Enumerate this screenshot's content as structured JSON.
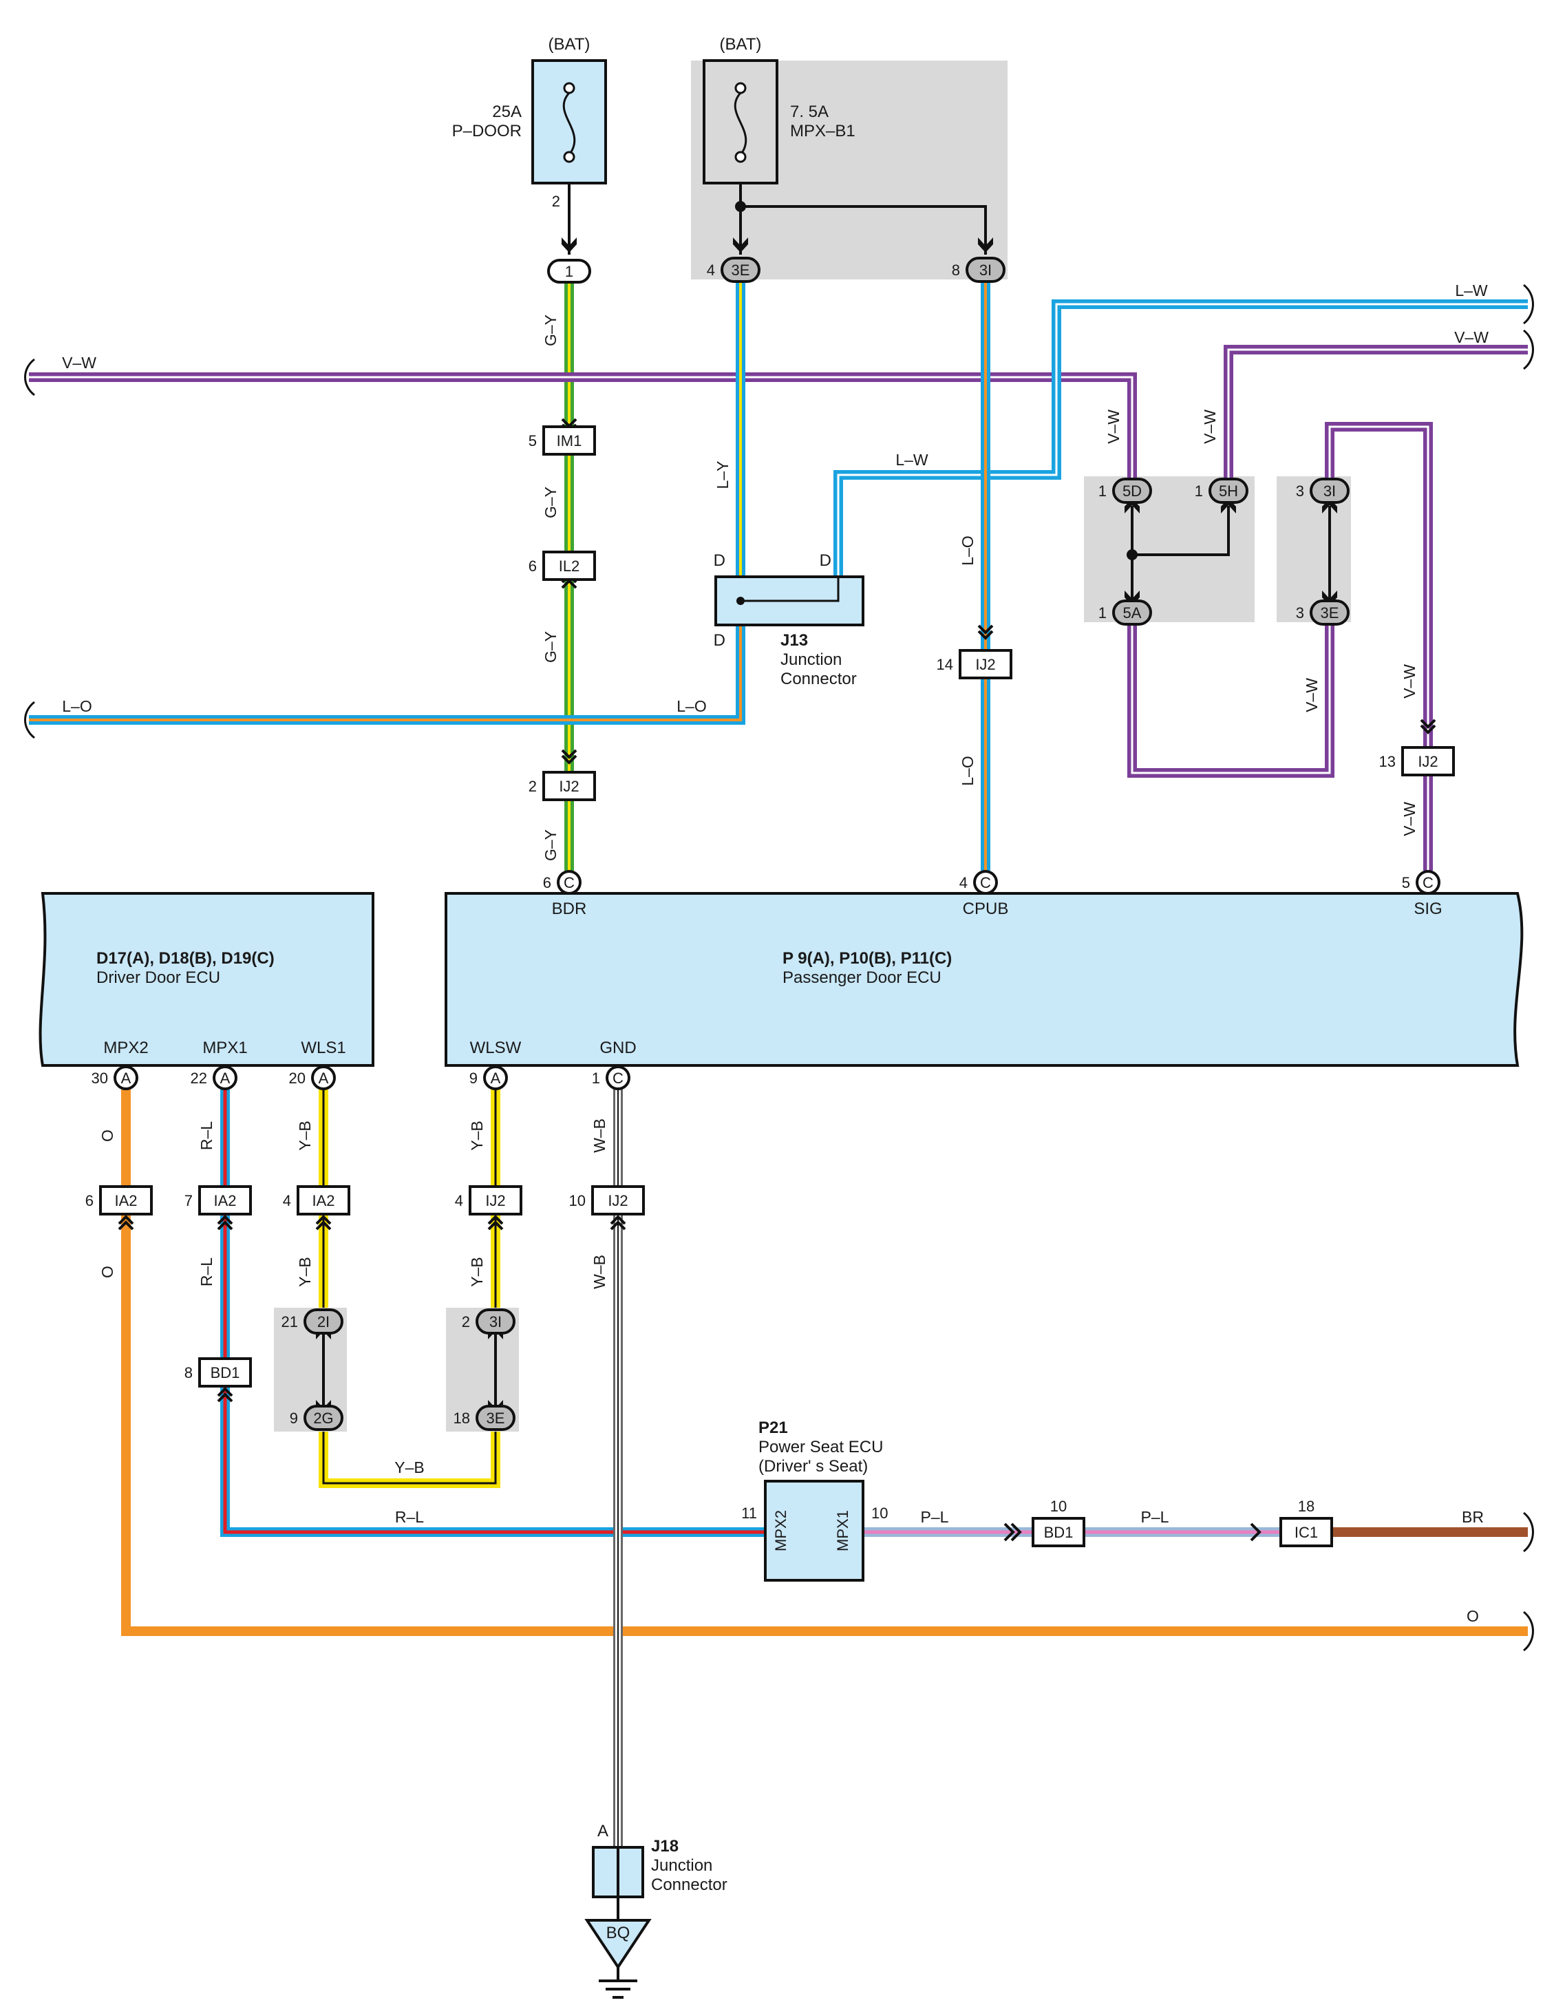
{
  "colors": {
    "ecu_fill": "#c9e8f8",
    "gray_block": "#d9d9d9",
    "green": "#3fa535",
    "yellow": "#f7e300",
    "purple": "#7b3f98",
    "blue": "#1aa3e0",
    "orange": "#f39325",
    "red": "#e31e24",
    "pink": "#e87fbf",
    "brown": "#a0522d"
  },
  "fuse1": {
    "bat": "(BAT)",
    "rating": "25A",
    "name": "P–DOOR",
    "out_pin": "2"
  },
  "fuse2": {
    "bat": "(BAT)",
    "rating": "7. 5A",
    "name": "MPX–B1"
  },
  "wires": {
    "vw_left": "V–W",
    "lw_right": "L–W",
    "vw_right": "V–W",
    "gy1": "G–Y",
    "gy2": "G–Y",
    "gy3": "G–Y",
    "gy4": "G–Y",
    "ly": "L–Y",
    "lw_mid": "L–W",
    "lo_vert1": "L–O",
    "lo_vert2": "L–O",
    "lo_left": "L–O",
    "lo_mid": "L–O",
    "vw_5d": "V–W",
    "vw_5h": "V–W",
    "vw_3e": "V–W",
    "vw_ij2a": "V–W",
    "vw_ij2b": "V–W",
    "o1": "O",
    "o2": "O",
    "o_right": "O",
    "rl1": "R–L",
    "rl2": "R–L",
    "rl_bottom": "R–L",
    "yb1": "Y–B",
    "yb2": "Y–B",
    "yb3": "Y–B",
    "yb4": "Y–B",
    "yb_bottom": "Y–B",
    "wb1": "W–B",
    "wb2": "W–B",
    "pl1": "P–L",
    "pl2": "P–L",
    "br": "BR"
  },
  "connectors": {
    "c1": {
      "id": "1"
    },
    "c3e_top": {
      "id": "3E",
      "pin": "4"
    },
    "c3i_top": {
      "id": "3I",
      "pin": "8"
    },
    "im1": {
      "id": "IM1",
      "pin": "5"
    },
    "il2": {
      "id": "IL2",
      "pin": "6"
    },
    "ij2_14": {
      "id": "IJ2",
      "pin": "14"
    },
    "ij2_2": {
      "id": "IJ2",
      "pin": "2"
    },
    "ij2_13": {
      "id": "IJ2",
      "pin": "13"
    },
    "c5d": {
      "id": "5D",
      "pin": "1"
    },
    "c5h": {
      "id": "5H",
      "pin": "1"
    },
    "c5a": {
      "id": "5A",
      "pin": "1"
    },
    "c3i_r": {
      "id": "3I",
      "pin": "3"
    },
    "c3e_r": {
      "id": "3E",
      "pin": "3"
    },
    "bdr": {
      "id": "C",
      "pin": "6",
      "name": "BDR"
    },
    "cpub": {
      "id": "C",
      "pin": "4",
      "name": "CPUB"
    },
    "sig": {
      "id": "C",
      "pin": "5",
      "name": "SIG"
    },
    "mpx2": {
      "id": "A",
      "pin": "30",
      "name": "MPX2"
    },
    "mpx1": {
      "id": "A",
      "pin": "22",
      "name": "MPX1"
    },
    "wls1": {
      "id": "A",
      "pin": "20",
      "name": "WLS1"
    },
    "wlsw": {
      "id": "A",
      "pin": "9",
      "name": "WLSW"
    },
    "gnd": {
      "id": "C",
      "pin": "1",
      "name": "GND"
    },
    "ia2_6": {
      "id": "IA2",
      "pin": "6"
    },
    "ia2_7": {
      "id": "IA2",
      "pin": "7"
    },
    "ia2_4": {
      "id": "IA2",
      "pin": "4"
    },
    "ij2_4": {
      "id": "IJ2",
      "pin": "4"
    },
    "ij2_10": {
      "id": "IJ2",
      "pin": "10"
    },
    "c2i": {
      "id": "2I",
      "pin": "21"
    },
    "c2g": {
      "id": "2G",
      "pin": "9"
    },
    "c3i_b": {
      "id": "3I",
      "pin": "2"
    },
    "c3e_b": {
      "id": "3E",
      "pin": "18"
    },
    "bd1_8": {
      "id": "BD1",
      "pin": "8"
    },
    "bd1_10": {
      "id": "BD1",
      "pin": "10"
    },
    "ic1": {
      "id": "IC1",
      "pin": "18"
    }
  },
  "j13": {
    "title": "J13",
    "line1": "Junction",
    "line2": "Connector",
    "d": "D"
  },
  "j18": {
    "title": "J18",
    "line1": "Junction",
    "line2": "Connector",
    "pin": "A",
    "ground": "BQ"
  },
  "ecu_driver": {
    "codes": "D17(A), D18(B), D19(C)",
    "name": "Driver Door ECU"
  },
  "ecu_pass": {
    "codes": "P 9(A), P10(B), P11(C)",
    "name": "Passenger Door ECU"
  },
  "p21": {
    "title": "P21",
    "line1": "Power Seat ECU",
    "line2": "(Driver' s Seat)",
    "pin_mpx2": "MPX2",
    "pin_mpx1": "MPX1",
    "pin11": "11",
    "pin10": "10"
  }
}
